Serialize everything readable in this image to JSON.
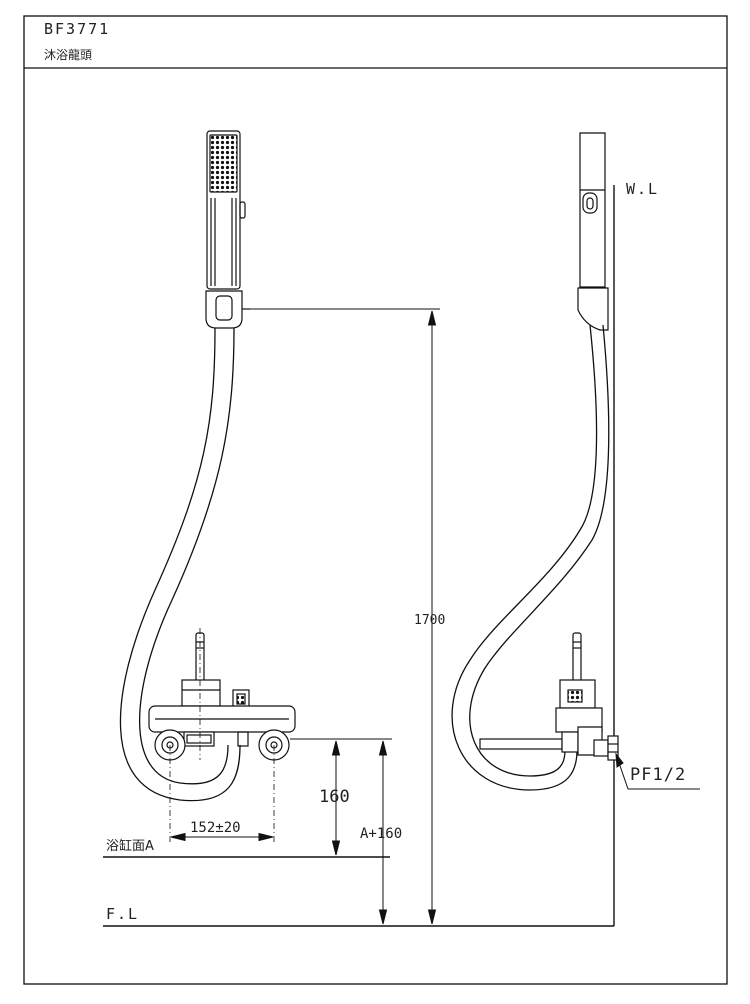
{
  "header": {
    "model": "BF3771",
    "product_name": "沐浴龍頭"
  },
  "labels": {
    "water_level": "W.L",
    "floor_level": "F.L",
    "tub_surface": "浴缸面A",
    "thread_spec": "PF1/2"
  },
  "dimensions": {
    "total_height": "1700",
    "tub_to_outlet": "160",
    "floor_to_outlet": "A+160",
    "inlet_spacing": "152±20"
  }
}
